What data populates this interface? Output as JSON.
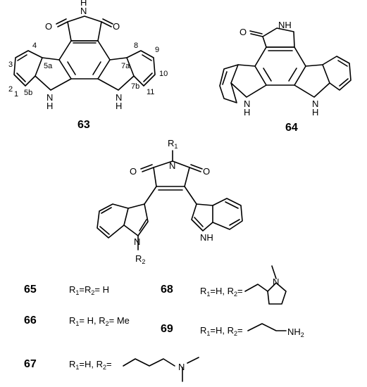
{
  "figure": {
    "compounds": {
      "c63": {
        "id": "63"
      },
      "c64": {
        "id": "64"
      },
      "c65": {
        "id": "65",
        "label": "R1=R2= H"
      },
      "c66": {
        "id": "66",
        "label": "R1= H, R2= Me"
      },
      "c67": {
        "id": "67",
        "label": "R1=H, R2="
      },
      "c68": {
        "id": "68",
        "label": "R1=H, R2="
      },
      "c69": {
        "id": "69",
        "label": "R1=H, R2="
      }
    },
    "atoms": {
      "O": "O",
      "N": "N",
      "H": "H",
      "NH": "NH",
      "R1": "R1",
      "R2": "R2",
      "NH2": "NH2"
    },
    "positions": [
      "1",
      "2",
      "3",
      "4",
      "5a",
      "5b",
      "7a",
      "7b",
      "8",
      "9",
      "10",
      "11"
    ]
  }
}
